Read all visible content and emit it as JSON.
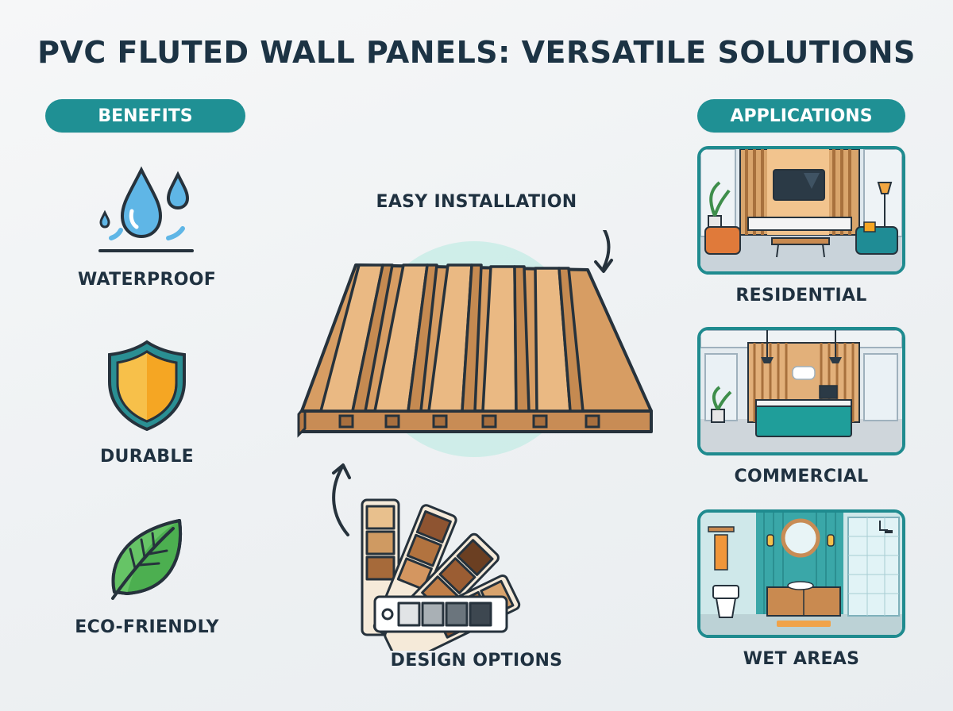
{
  "title": "PVC FLUTED WALL PANELS: VERSATILE SOLUTIONS",
  "benefits": {
    "heading": "BENEFITS",
    "items": [
      {
        "label": "WATERPROOF",
        "icon": "water-drops-icon"
      },
      {
        "label": "DURABLE",
        "icon": "shield-icon"
      },
      {
        "label": "ECO-FRIENDLY",
        "icon": "leaf-icon"
      }
    ]
  },
  "center": {
    "top_label": "EASY INSTALLATION",
    "bottom_label": "DESIGN OPTIONS"
  },
  "applications": {
    "heading": "APPLICATIONS",
    "items": [
      {
        "label": "RESIDENTIAL",
        "icon": "living-room-illustration"
      },
      {
        "label": "COMMERCIAL",
        "icon": "reception-desk-illustration"
      },
      {
        "label": "WET AREAS",
        "icon": "bathroom-illustration"
      }
    ]
  },
  "colors": {
    "accent": "#1f9094",
    "wood_light": "#e8b57e",
    "wood_dark": "#c88c55",
    "outline": "#26323c"
  }
}
